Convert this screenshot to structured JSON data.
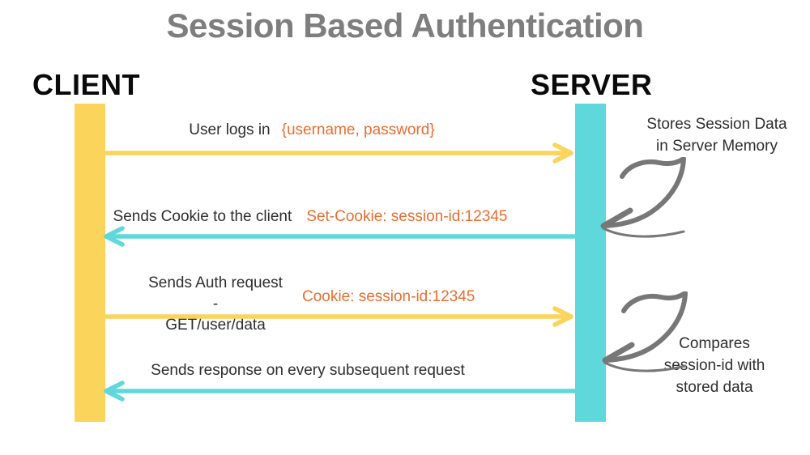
{
  "title": "Session Based Authentication",
  "actors": {
    "client": "CLIENT",
    "server": "SERVER"
  },
  "colors": {
    "client_accent": "#FBD45C",
    "server_accent": "#5FD8DC",
    "detail_text": "#ED6C2F",
    "title_text": "#7E7E7E",
    "doodle_arrow": "#777777",
    "body_text": "#2E2E2E",
    "actor_text": "#0A0A0A"
  },
  "messages": [
    {
      "from": "client",
      "to": "server",
      "label": "User logs in",
      "detail": "{username, password}"
    },
    {
      "from": "server",
      "to": "client",
      "label": "Sends Cookie to the client",
      "detail": "Set-Cookie: session-id:12345"
    },
    {
      "from": "client",
      "to": "server",
      "label": "Sends Auth request -",
      "label_line2": "GET/user/data",
      "detail": "Cookie: session-id:12345"
    },
    {
      "from": "server",
      "to": "client",
      "label": "Sends response on every subsequent request"
    }
  ],
  "annotations": [
    {
      "line1": "Stores Session Data",
      "line2": "in Server Memory"
    },
    {
      "line1": "Compares",
      "line2": "session-id with",
      "line3": "stored data"
    }
  ]
}
